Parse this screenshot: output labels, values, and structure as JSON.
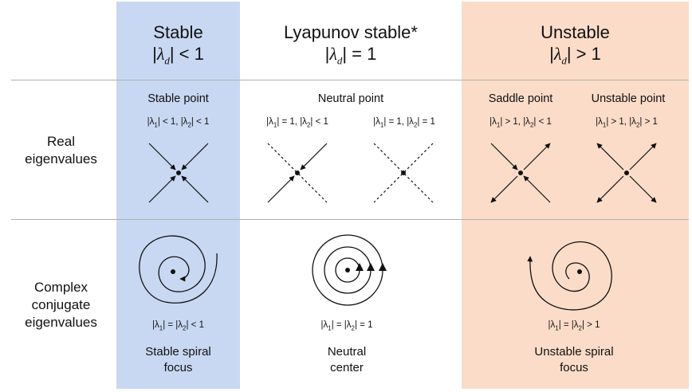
{
  "columns": {
    "stable": {
      "title": "Stable",
      "cond_left": "|",
      "cond_right": "| < 1",
      "lambda_symbol": "λ",
      "lambda_sub": "d"
    },
    "lyapunov": {
      "title": "Lyapunov stable*",
      "cond_left": "|",
      "cond_right": "| = 1",
      "lambda_symbol": "λ",
      "lambda_sub": "d"
    },
    "unstable": {
      "title": "Unstable",
      "cond_left": "|",
      "cond_right": "| > 1",
      "lambda_symbol": "λ",
      "lambda_sub": "d"
    }
  },
  "rows": {
    "real": {
      "line1": "Real",
      "line2": "eigenvalues"
    },
    "complex": {
      "line1": "Complex",
      "line2": "conjugate",
      "line3": "eigenvalues"
    }
  },
  "real_cells": {
    "stable_point": {
      "title": "Stable point",
      "cond": "|λ1| < 1, |λ2| < 1"
    },
    "neutral_point": {
      "title": "Neutral point"
    },
    "neutral_a": {
      "cond": "|λ1| = 1, |λ2| < 1"
    },
    "neutral_b": {
      "cond": "|λ1| = 1, |λ2| = 1"
    },
    "saddle_point": {
      "title": "Saddle point",
      "cond": "|λ1| > 1, |λ2| < 1"
    },
    "unstable_point": {
      "title": "Unstable point",
      "cond": "|λ1| > 1, |λ2| > 1"
    }
  },
  "complex_cells": {
    "stable_spiral": {
      "cond": "|λ1| = |λ2| < 1",
      "name1": "Stable spiral",
      "name2": "focus"
    },
    "neutral_center": {
      "cond": "|λ1| = |λ2| = 1",
      "name1": "Neutral",
      "name2": "center"
    },
    "unstable_spiral": {
      "cond": "|λ1| = |λ2| > 1",
      "name1": "Unstable spiral",
      "name2": "focus"
    }
  },
  "colors": {
    "stable_bg": "#c8d8f2",
    "unstable_bg": "#fbdcc8",
    "divider": "#b0b0b0",
    "ink": "#111111"
  }
}
